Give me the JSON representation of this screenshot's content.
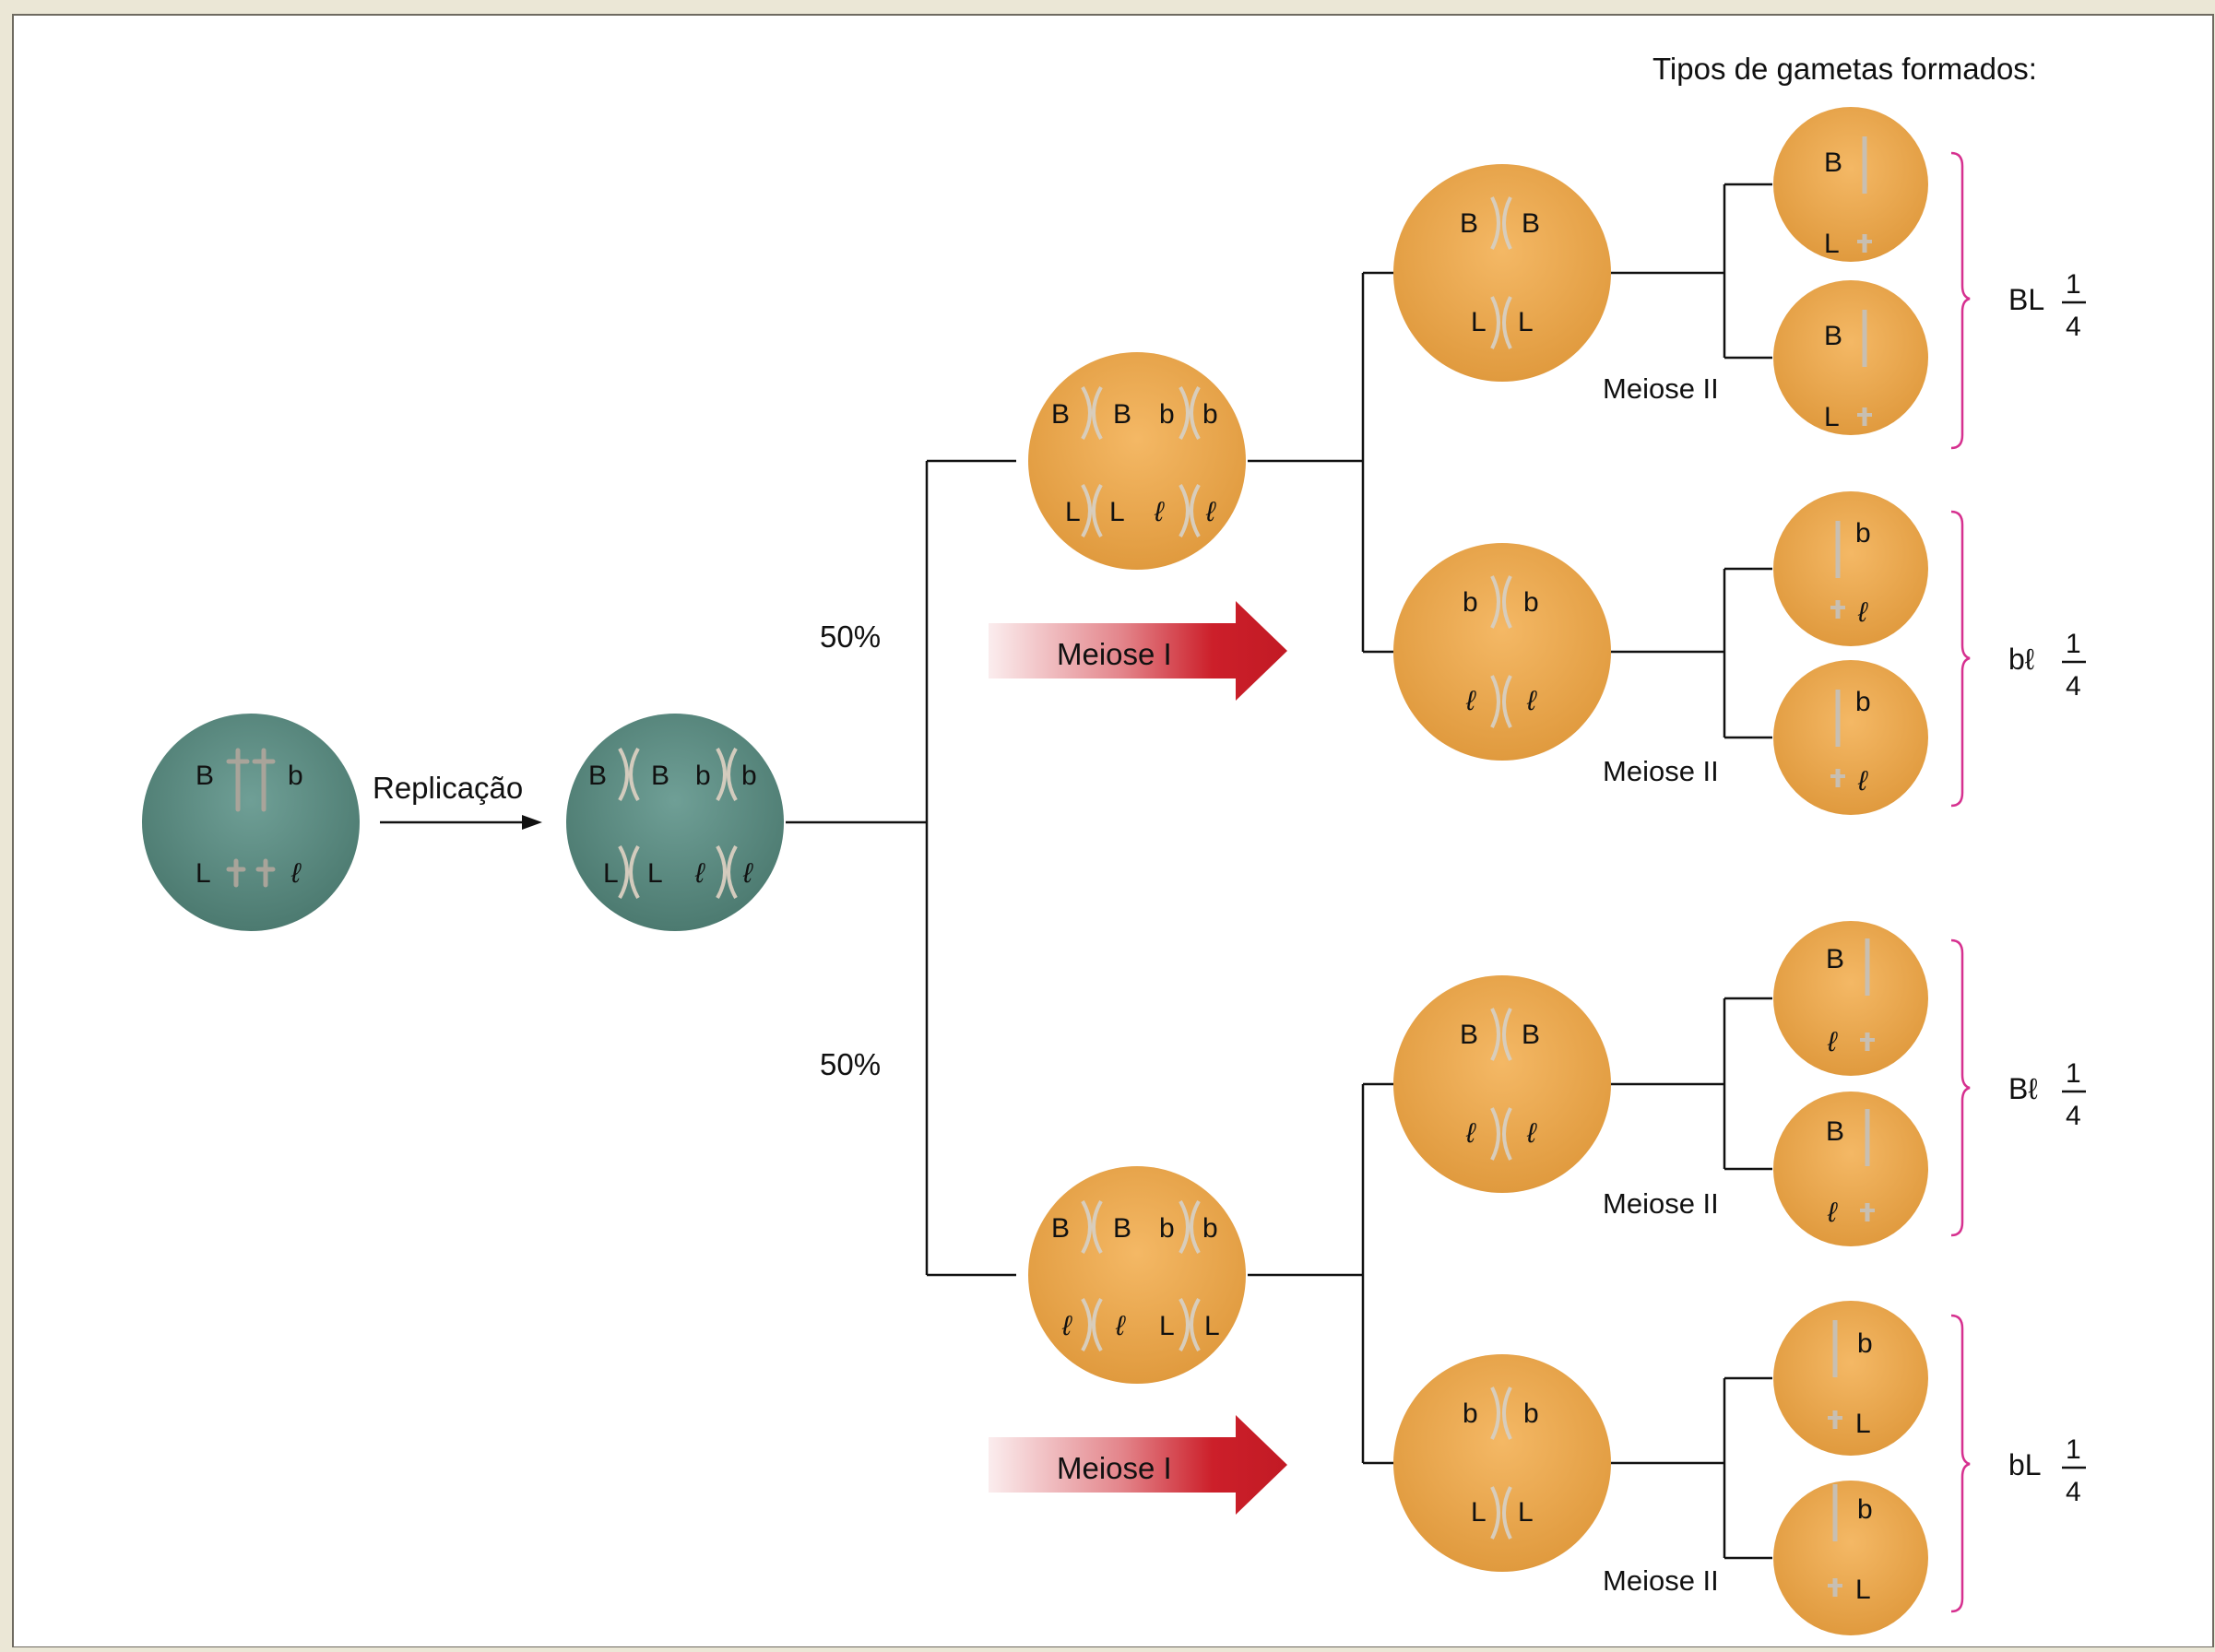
{
  "header": {
    "title": "Tipos de gametas formados:"
  },
  "colors": {
    "teal_cell": "#5f8f86",
    "orange_cell": "#eba64c",
    "arrow_red": "#cc1f2a",
    "brace_magenta": "#d6308f",
    "line": "#111111",
    "chromosome": "#c9c0b3"
  },
  "labels": {
    "replication": "Replicação",
    "percent_top": "50%",
    "percent_bottom": "50%",
    "meiosis_one": "Meiose I",
    "meiosis_two": "Meiose II"
  },
  "cells": {
    "parent": {
      "tl": "B",
      "tr": "b",
      "bl": "L",
      "br": "ℓ"
    },
    "replicated": {
      "a": "B",
      "b": "B",
      "c": "b",
      "d": "b",
      "e": "L",
      "f": "L",
      "g": "ℓ",
      "h": "ℓ"
    },
    "meiosis1_top": {
      "a": "B",
      "b": "B",
      "c": "b",
      "d": "b",
      "e": "L",
      "f": "L",
      "g": "ℓ",
      "h": "ℓ"
    },
    "meiosis1_bottom": {
      "a": "B",
      "b": "B",
      "c": "b",
      "d": "b",
      "e": "ℓ",
      "f": "ℓ",
      "g": "L",
      "h": "L"
    },
    "daughters": [
      {
        "top_left": "B",
        "top_right": "B",
        "bottom_left": "L",
        "bottom_right": "L"
      },
      {
        "top_left": "b",
        "top_right": "b",
        "bottom_left": "ℓ",
        "bottom_right": "ℓ"
      },
      {
        "top_left": "B",
        "top_right": "B",
        "bottom_left": "ℓ",
        "bottom_right": "ℓ"
      },
      {
        "top_left": "b",
        "top_right": "b",
        "bottom_left": "L",
        "bottom_right": "L"
      }
    ],
    "gametes": [
      {
        "top": "B",
        "bottom": "L"
      },
      {
        "top": "B",
        "bottom": "L"
      },
      {
        "top": "b",
        "bottom": "ℓ"
      },
      {
        "top": "b",
        "bottom": "ℓ"
      },
      {
        "top": "B",
        "bottom": "ℓ"
      },
      {
        "top": "B",
        "bottom": "ℓ"
      },
      {
        "top": "b",
        "bottom": "L"
      },
      {
        "top": "b",
        "bottom": "L"
      }
    ]
  },
  "gamete_types": [
    {
      "genotype": "BL",
      "numerator": "1",
      "denominator": "4"
    },
    {
      "genotype": "bℓ",
      "numerator": "1",
      "denominator": "4"
    },
    {
      "genotype": "Bℓ",
      "numerator": "1",
      "denominator": "4"
    },
    {
      "genotype": "bL",
      "numerator": "1",
      "denominator": "4"
    }
  ]
}
